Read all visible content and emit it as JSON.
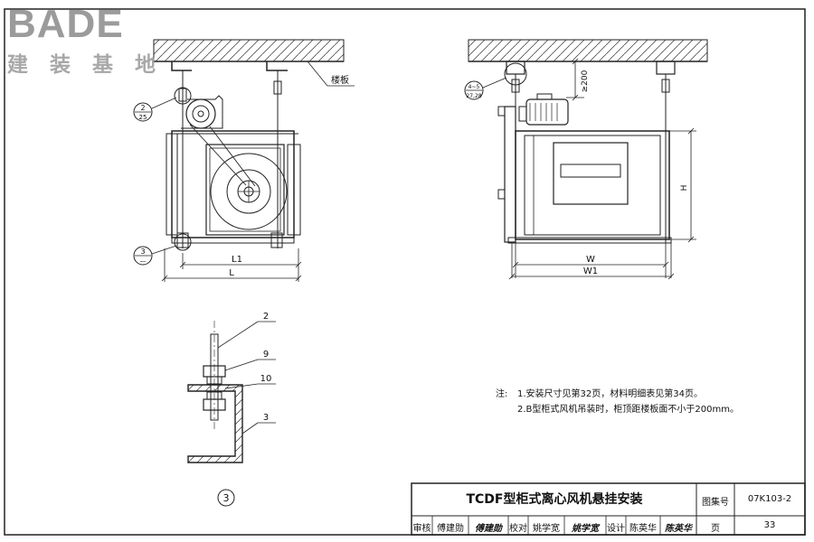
{
  "logo": {
    "brand": "BADE",
    "subtitle": "建 装 基 地"
  },
  "left_view": {
    "floor_label": "楼板",
    "callout_top": {
      "num": "2",
      "sheet": "25"
    },
    "callout_bottom": {
      "num": "3",
      "sheet": "—"
    },
    "dim_inner": "L1",
    "dim_outer": "L"
  },
  "right_view": {
    "callout": {
      "num": "4~5",
      "sheet": "27,28"
    },
    "clearance": "≥200",
    "height_label": "H",
    "width_inner": "W",
    "width_outer": "W1"
  },
  "detail": {
    "leaders": [
      "2",
      "9",
      "10",
      "3"
    ],
    "detail_number": "3"
  },
  "notes": {
    "label": "注:",
    "line1": "1.安装尺寸见第32页，材料明细表见第34页。",
    "line2": "2.B型柜式风机吊装时，柜顶距楼板面不小于200mm。"
  },
  "title_block": {
    "title": "TCDF型柜式离心风机悬挂安装",
    "atlas_label": "图集号",
    "atlas_number": "07K103-2",
    "page_label": "页",
    "page_number": "33",
    "review_label": "审核",
    "review_name": "傅建勋",
    "review_sign": "傅建勋",
    "check_label": "校对",
    "check_name": "姚学宽",
    "check_sign": "姚学宽",
    "design_label": "设计",
    "design_name": "陈英华",
    "design_sign": "陈英华"
  }
}
